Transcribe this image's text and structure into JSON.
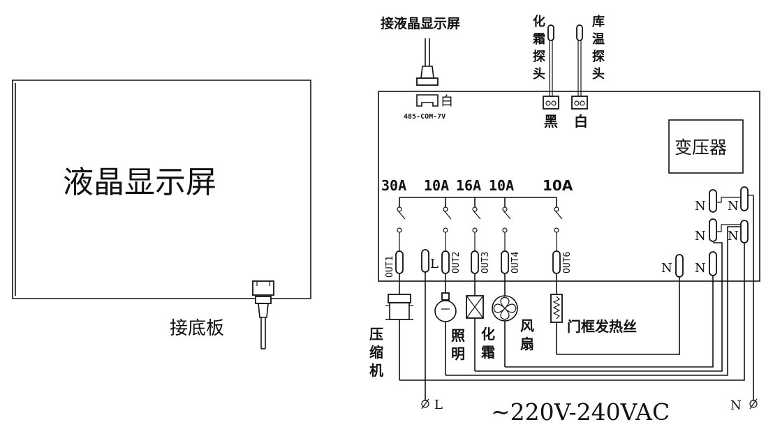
{
  "display_panel": {
    "title": "液晶显示屏"
  },
  "connect_base_label": "接底板",
  "connect_display_label": "接液晶显示屏",
  "port": {
    "color_label": "白",
    "model_label": "485-COM-7V"
  },
  "probes": {
    "defrost_label": "化霜探头",
    "room_temp_label": "库温探头",
    "defrost_color": "黑",
    "room_temp_color": "白"
  },
  "transformer_label": "变压器",
  "ratings": [
    "30A",
    "10A",
    "16A",
    "10A",
    "10A"
  ],
  "outputs": [
    "OUT1",
    "L",
    "OUT2",
    "OUT3",
    "OUT4",
    "OUT6"
  ],
  "loads": {
    "compressor": "压缩机",
    "lighting": "照明",
    "defrost": "化霜",
    "fan": "风扇",
    "door_heater": "门框发热丝"
  },
  "neutral_label": "N",
  "line_label": "L",
  "supply_label": "~220V-240VAC"
}
